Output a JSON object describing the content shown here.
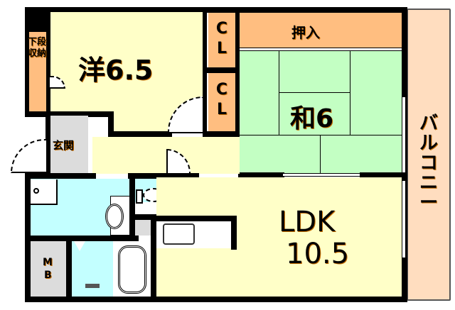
{
  "floor_plan": {
    "colors": {
      "western_room": "#FFFFC8",
      "japanese_room": "#C3FFC3",
      "storage": "#FFBE80",
      "wet_area": "#C3FFFF",
      "balcony": "#FFDDBF",
      "entrance": "#DCDCDC",
      "wall": "#000000"
    },
    "rooms": {
      "western": {
        "label": "洋6.5"
      },
      "japanese": {
        "label": "和6"
      },
      "ldk": {
        "label_line1": "LDK",
        "label_line2": "10.5"
      },
      "closet_upper": {
        "label_line1": "C",
        "label_line2": "L"
      },
      "closet_lower": {
        "label_line1": "C",
        "label_line2": "L"
      },
      "oshiire": {
        "label": "押入"
      },
      "lower_storage": {
        "label": "下段収納"
      },
      "entrance": {
        "label": "玄関"
      },
      "meter_box": {
        "label_line1": "M",
        "label_line2": "B"
      },
      "balcony": {
        "label": "バルコニー"
      }
    }
  }
}
